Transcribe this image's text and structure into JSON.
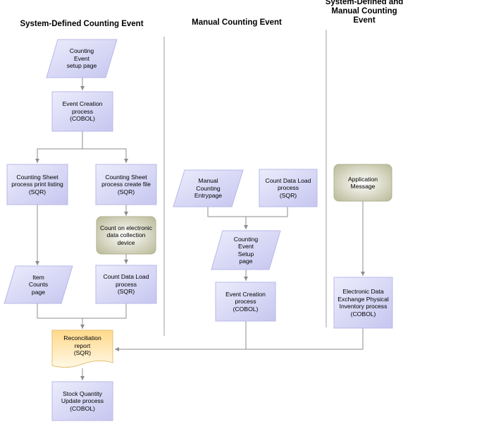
{
  "columns": {
    "system": "System-Defined Counting Event",
    "manual": "Manual Counting Event",
    "both": "System-Defined and\nManual Counting\nEvent"
  },
  "nodes": {
    "setup_page": "Counting\nEvent\nsetup page",
    "event_creation_1": "Event Creation\nprocess\n(COBOL)",
    "sheet_print": "Counting Sheet\nprocess print listing\n(SQR)",
    "sheet_file": "Counting Sheet\nprocess create file\n(SQR)",
    "count_device": "Count on electronic\ndata collection\ndevice",
    "item_counts": "Item\nCounts\npage",
    "data_load_1": "Count Data Load\nprocess\n(SQR)",
    "reconciliation": "Reconciliation\nreport\n(SQR)",
    "stock_update": "Stock Quantity\nUpdate process\n(COBOL)",
    "manual_entry": "Manual\nCounting\nEntrypage",
    "data_load_2": "Count Data Load\nprocess\n(SQR)",
    "setup_page_2": "Counting\nEvent\nSetup\npage",
    "event_creation_2": "Event Creation\nprocess\n(COBOL)",
    "app_message": "Application\nMessage",
    "edi_process": "Electronic Data\nExchange Physical\nInventory process\n(COBOL)"
  },
  "colors": {
    "process_fill": "#dcdcf8",
    "process_border": "#b8b8e8",
    "manual_fill": "#ccccc0",
    "doc_fill": "#ffe7a8",
    "line": "#8c8c8c"
  }
}
